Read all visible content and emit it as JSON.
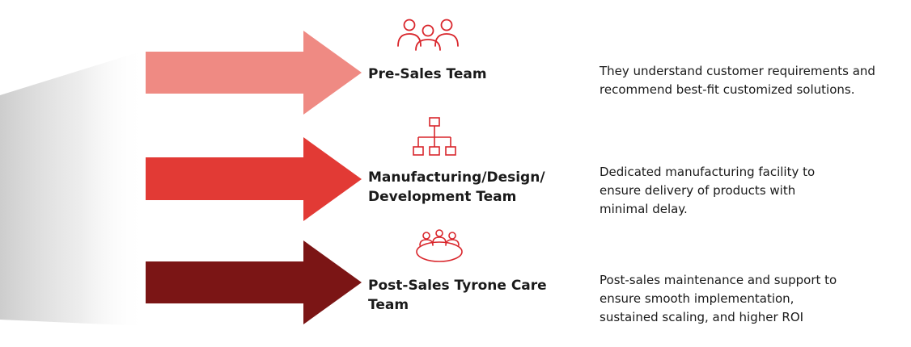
{
  "colors": {
    "arrow_1": "#ef8a83",
    "arrow_2": "#e23a35",
    "arrow_3": "#7b1515",
    "icon": "#d9262c",
    "text": "#1a1a1a"
  },
  "teams": [
    {
      "title": "Pre-Sales Team",
      "description": "They understand customer requirements and\nrecommend best-fit customized solutions.",
      "icon": "people-group-icon"
    },
    {
      "title": "Manufacturing/Design/\nDevelopment Team",
      "description": "Dedicated manufacturing facility to\nensure delivery of products with\nminimal delay.",
      "icon": "org-chart-icon"
    },
    {
      "title": "Post-Sales Tyrone Care\nTeam",
      "description": "Post-sales maintenance and support to\nensure smooth implementation,\nsustained scaling, and higher ROI",
      "icon": "meeting-table-icon"
    }
  ]
}
